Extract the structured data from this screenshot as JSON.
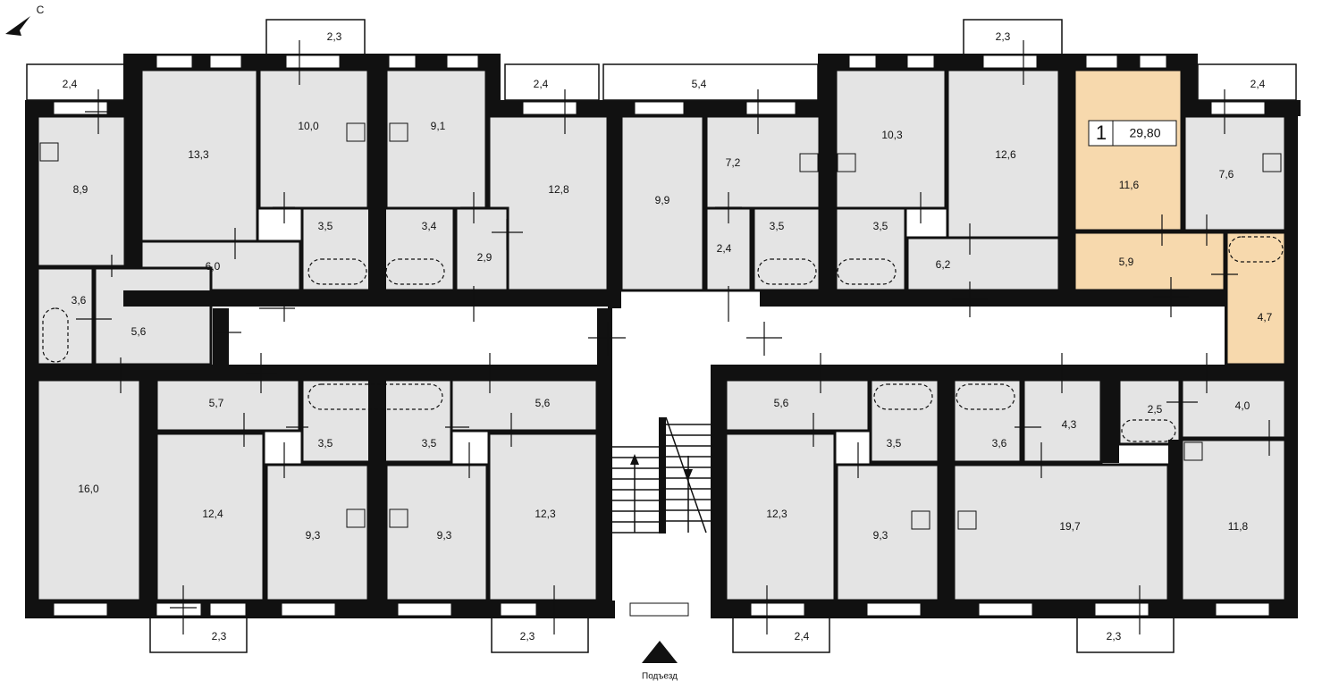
{
  "colors": {
    "wall": "#111111",
    "room": "#e4e4e4",
    "highlight": "#f7d9ad",
    "window": "#ffffff"
  },
  "compass": {
    "icon": "compass-arrow-icon",
    "label": "С"
  },
  "entrance": {
    "icon": "entrance-triangle-icon",
    "label": "Подъезд"
  },
  "selected_apartment": {
    "number": "1",
    "area": "29,80"
  },
  "balconies": {
    "top_left": "2,4",
    "top_2": "2,3",
    "top_3": "2,4",
    "top_4": "5,4",
    "top_5": "2,3",
    "top_right": "2,4",
    "bottom_1": "2,3",
    "bottom_2": "2,3",
    "bottom_3": "2,4",
    "bottom_4": "2,3"
  },
  "rooms": {
    "r01": "8,9",
    "r02": "13,3",
    "r03": "10,0",
    "r04": "9,1",
    "r05": "12,8",
    "r06": "9,9",
    "r07": "7,2",
    "r08": "10,3",
    "r09": "12,6",
    "r10": "11,6",
    "r11": "7,6",
    "r12": "3,5",
    "r13": "3,4",
    "r14": "2,9",
    "r15": "2,4",
    "r16": "3,5",
    "r17": "3,5",
    "r18": "6,0",
    "r19": "6,2",
    "r20": "5,9",
    "r21": "3,6",
    "r22": "5,6",
    "r23": "4,7",
    "r24": "5,7",
    "r25": "5,6",
    "r26": "5,6",
    "r27": "3,5",
    "r28": "3,5",
    "r29": "3,5",
    "r30": "3,6",
    "r31": "4,3",
    "r32": "2,5",
    "r33": "4,0",
    "r34": "16,0",
    "r35": "12,4",
    "r36": "9,3",
    "r37": "9,3",
    "r38": "12,3",
    "r39": "12,3",
    "r40": "9,3",
    "r41": "19,7",
    "r42": "11,8"
  }
}
